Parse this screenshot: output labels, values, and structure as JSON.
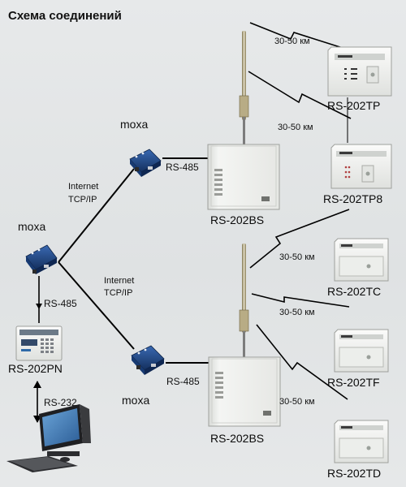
{
  "title": "Схема соединений",
  "moxa": {
    "left": "moxa",
    "top": "moxa",
    "bottom": "moxa"
  },
  "links": {
    "rs485_top": "RS-485",
    "rs485_bottom": "RS-485",
    "rs485_pn": "RS-485",
    "rs232": "RS-232",
    "internet_top_1": "Internet",
    "internet_top_2": "TCP/IP",
    "internet_bottom_1": "Internet",
    "internet_bottom_2": "TCP/IP"
  },
  "devices": {
    "pn": "RS-202PN",
    "bs_top": "RS-202BS",
    "bs_bottom": "RS-202BS",
    "tp": "RS-202TP",
    "tp8": "RS-202TP8",
    "tc": "RS-202TC",
    "tf": "RS-202TF",
    "td": "RS-202TD"
  },
  "distances": {
    "d1": "30-50 км",
    "d2": "30-50 км",
    "d3": "30-50 км",
    "d4": "30-50 км",
    "d5": "30-50 км"
  },
  "colors": {
    "moxa_blue": "#1c3f7a",
    "panel": "#f1f2f0",
    "antenna": "#a89b74",
    "screen": "#3f78b8"
  }
}
